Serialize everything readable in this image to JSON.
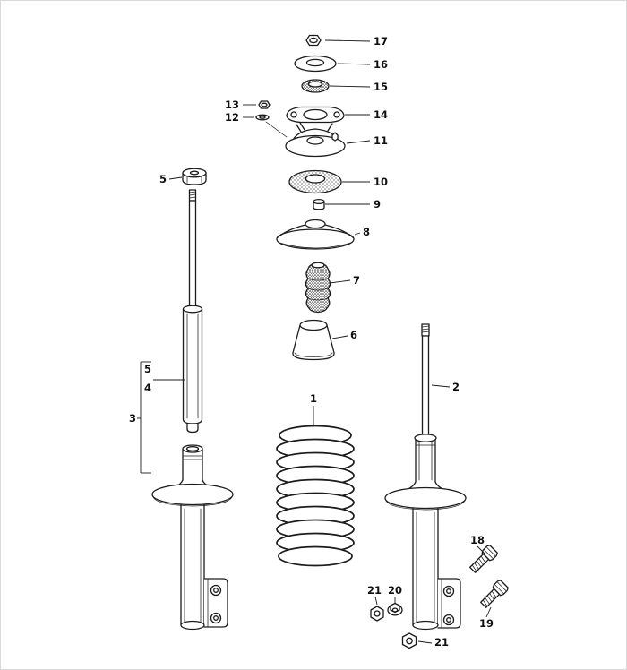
{
  "page": {
    "background": "#ffffff",
    "ink": "#1c1c1c"
  },
  "diagram": {
    "kind": "exploded-parts-diagram"
  },
  "callouts": [
    {
      "id": "c17",
      "label": "17"
    },
    {
      "id": "c16",
      "label": "16"
    },
    {
      "id": "c15",
      "label": "15"
    },
    {
      "id": "c14",
      "label": "14"
    },
    {
      "id": "c13",
      "label": "13"
    },
    {
      "id": "c12",
      "label": "12"
    },
    {
      "id": "c11",
      "label": "11"
    },
    {
      "id": "c10",
      "label": "10"
    },
    {
      "id": "c9",
      "label": "9"
    },
    {
      "id": "c8",
      "label": "8"
    },
    {
      "id": "c7",
      "label": "7"
    },
    {
      "id": "c6",
      "label": "6"
    },
    {
      "id": "c5a",
      "label": "5"
    },
    {
      "id": "c5b",
      "label": "5"
    },
    {
      "id": "c4",
      "label": "4"
    },
    {
      "id": "c3",
      "label": "3"
    },
    {
      "id": "c1",
      "label": "1"
    },
    {
      "id": "c2",
      "label": "2"
    },
    {
      "id": "c18",
      "label": "18"
    },
    {
      "id": "c19",
      "label": "19"
    },
    {
      "id": "c20",
      "label": "20"
    },
    {
      "id": "c21a",
      "label": "21"
    },
    {
      "id": "c21b",
      "label": "21"
    }
  ]
}
